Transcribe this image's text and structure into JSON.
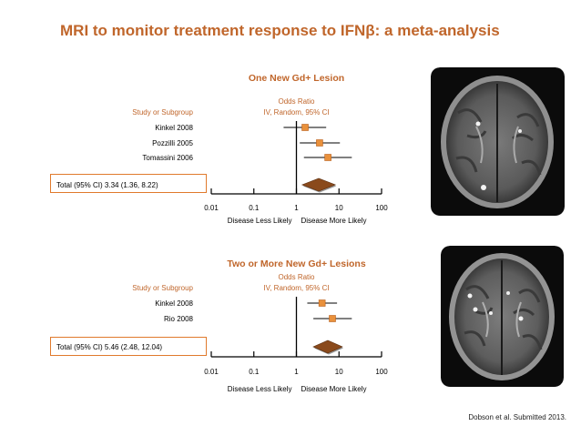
{
  "slide": {
    "title": "MRI to monitor treatment response to IFNβ: a meta-analysis",
    "citation": "Dobson et al. Submitted 2013."
  },
  "colors": {
    "title": "#c0662b",
    "marker": "#e9913c",
    "diamond": "#8a4a1c",
    "box_border": "#e07a2c"
  },
  "chart_data": [
    {
      "type": "forest",
      "title": "One New Gd+ Lesion",
      "column_header_left": "Study or Subgroup",
      "column_header_right_1": "Odds Ratio",
      "column_header_right_2": "IV, Random, 95% CI",
      "scale": "log",
      "xlim": [
        0.01,
        100
      ],
      "ticks": [
        "0.01",
        "0.1",
        "1",
        "10",
        "100"
      ],
      "tick_values": [
        0.01,
        0.1,
        1,
        10,
        100
      ],
      "xlabel_left": "Disease Less Likely",
      "xlabel_right": "Disease More Likely",
      "studies": [
        {
          "name": "Kinkel 2008",
          "or": 1.6,
          "lo": 0.5,
          "hi": 5.0
        },
        {
          "name": "Pozzilli 2005",
          "or": 3.5,
          "lo": 1.2,
          "hi": 10.5
        },
        {
          "name": "Tomassini 2006",
          "or": 5.5,
          "lo": 1.5,
          "hi": 20.0
        }
      ],
      "total": {
        "label": "Total (95% CI) 3.34 (1.36, 8.22)",
        "or": 3.34,
        "lo": 1.36,
        "hi": 8.22
      }
    },
    {
      "type": "forest",
      "title": "Two or More New Gd+ Lesions",
      "column_header_left": "Study or Subgroup",
      "column_header_right_1": "Odds Ratio",
      "column_header_right_2": "IV, Random, 95% CI",
      "scale": "log",
      "xlim": [
        0.01,
        100
      ],
      "ticks": [
        "0.01",
        "0.1",
        "1",
        "10",
        "100"
      ],
      "tick_values": [
        0.01,
        0.1,
        1,
        10,
        100
      ],
      "xlabel_left": "Disease Less Likely",
      "xlabel_right": "Disease More Likely",
      "studies": [
        {
          "name": "Kinkel 2008",
          "or": 4.0,
          "lo": 1.8,
          "hi": 9.0
        },
        {
          "name": "Rio 2008",
          "or": 7.0,
          "lo": 2.5,
          "hi": 20.0
        }
      ],
      "total": {
        "label": "Total (95% CI)  5.46 (2.48, 12.04)",
        "or": 5.46,
        "lo": 2.48,
        "hi": 12.04
      }
    }
  ],
  "images": [
    {
      "name": "mri-brain-scan-1"
    },
    {
      "name": "mri-brain-scan-2"
    }
  ]
}
